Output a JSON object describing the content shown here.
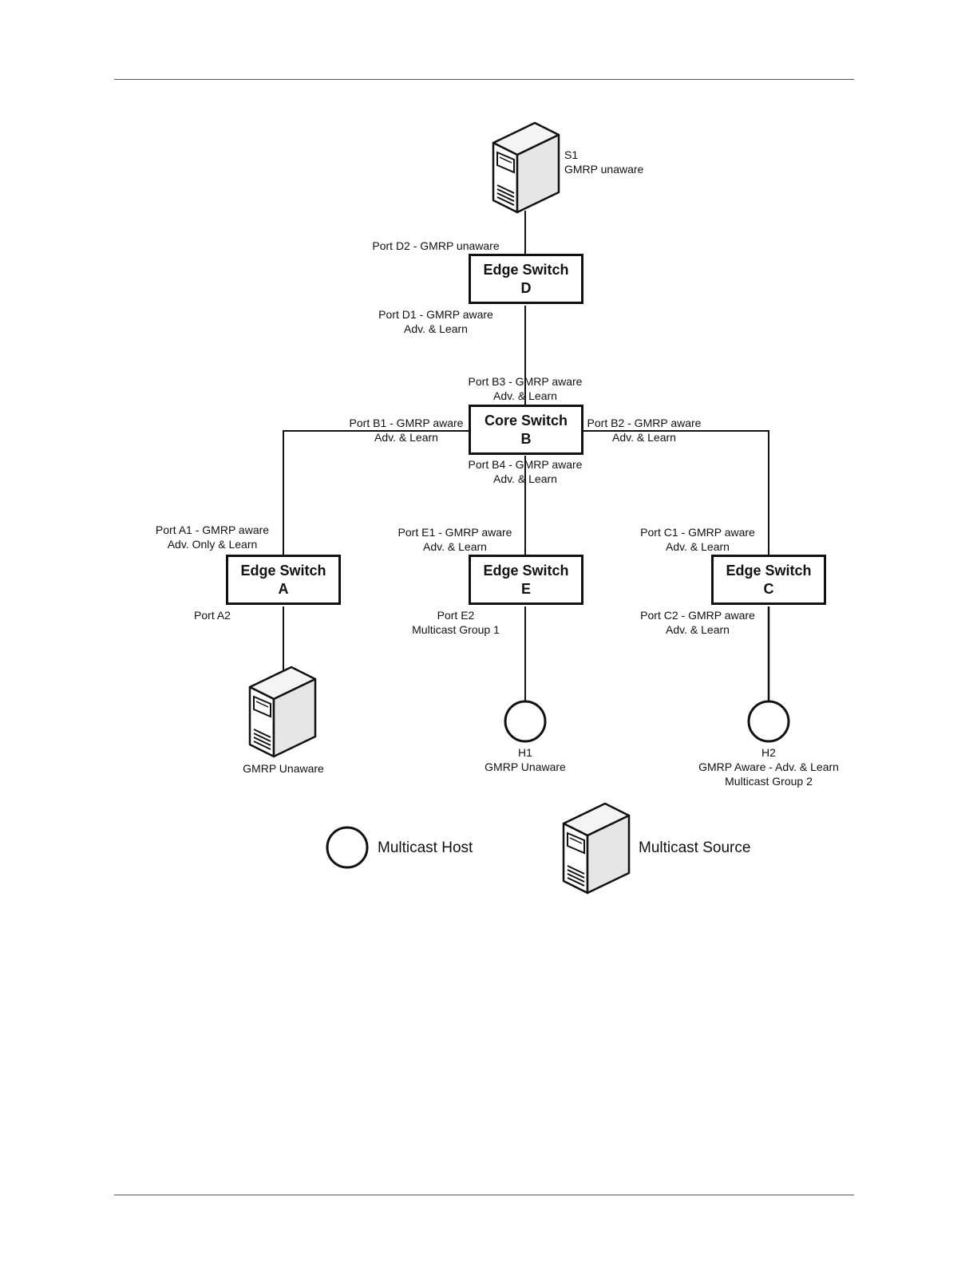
{
  "switches": {
    "d": {
      "name": "Edge Switch",
      "id": "D"
    },
    "b": {
      "name": "Core Switch",
      "id": "B"
    },
    "a": {
      "name": "Edge Switch",
      "id": "A"
    },
    "e": {
      "name": "Edge Switch",
      "id": "E"
    },
    "c": {
      "name": "Edge Switch",
      "id": "C"
    }
  },
  "ports": {
    "d2": [
      "Port D2 - GMRP unaware"
    ],
    "d1": [
      "Port D1 - GMRP aware",
      "Adv. & Learn"
    ],
    "b3": [
      "Port B3 - GMRP aware",
      "Adv. & Learn"
    ],
    "b1": [
      "Port B1 - GMRP aware",
      "Adv. & Learn"
    ],
    "b2": [
      "Port B2 - GMRP aware",
      "Adv. & Learn"
    ],
    "b4": [
      "Port B4 - GMRP aware",
      "Adv. & Learn"
    ],
    "a1": [
      "Port A1 - GMRP aware",
      "Adv. Only & Learn"
    ],
    "e1": [
      "Port E1 - GMRP aware",
      "Adv. & Learn"
    ],
    "c1": [
      "Port C1 - GMRP aware",
      "Adv. & Learn"
    ],
    "a2": [
      "Port A2"
    ],
    "e2": [
      "Port E2",
      "Multicast Group 1"
    ],
    "c2": [
      "Port C2 - GMRP aware",
      "Adv. & Learn"
    ]
  },
  "nodes": {
    "s1": [
      "S1",
      "GMRP unaware"
    ],
    "server_a": [
      "GMRP Unaware"
    ],
    "h1": [
      "H1",
      "GMRP Unaware"
    ],
    "h2": [
      "H2",
      "GMRP Aware - Adv. & Learn",
      "Multicast Group 2"
    ]
  },
  "legend": {
    "host": "Multicast Host",
    "source": "Multicast Source"
  },
  "icons": {
    "server": "server-icon",
    "host": "host-circle-icon"
  },
  "colors": {
    "line": "#111111",
    "server_fill": "#e6e6e6",
    "server_side": "#f4f4f4"
  }
}
